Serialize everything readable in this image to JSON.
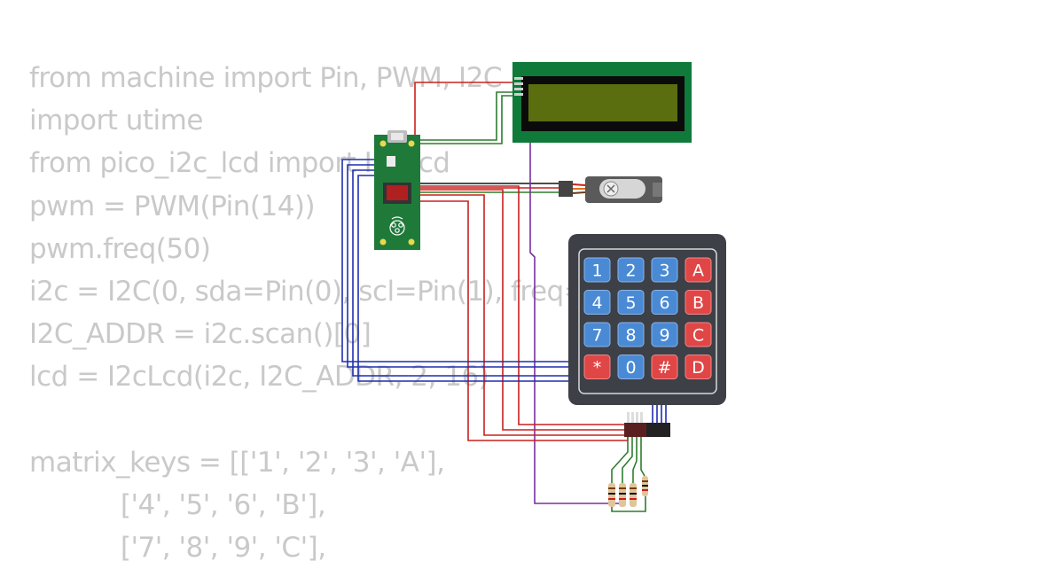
{
  "code": {
    "lines": [
      "from machine import Pin, PWM, I2C",
      "import utime",
      "from pico_i2c_lcd import I2cLcd",
      "pwm = PWM(Pin(14))",
      "pwm.freq(50)",
      "i2c = I2C(0, sda=Pin(0), scl=Pin(1), freq=400000)",
      "I2C_ADDR = i2c.scan()[0]",
      "lcd = I2cLcd(i2c, I2C_ADDR, 2, 16)",
      "",
      "matrix_keys = [['1', '2', '3', 'A'],",
      "           ['4', '5', '6', 'B'],",
      "           ['7', '8', '9', 'C'],"
    ]
  },
  "keypad": {
    "keys": [
      [
        "1",
        "2",
        "3",
        "A"
      ],
      [
        "4",
        "5",
        "6",
        "B"
      ],
      [
        "7",
        "8",
        "9",
        "C"
      ],
      [
        "*",
        "0",
        "#",
        "D"
      ]
    ]
  },
  "colors": {
    "code_text": "#c9c9c9",
    "key_blue": "#4a8ad4",
    "key_red": "#e04646",
    "keypad_body": "#3d4046",
    "lcd_board": "#0f7a3a",
    "lcd_screen": "#5a6e10",
    "pico_board": "#1f7a3a",
    "wire_red": "#c8201f",
    "wire_green": "#2e7d2e",
    "wire_blue": "#1f2fae",
    "wire_purple": "#7a2fa0",
    "wire_black": "#111111"
  }
}
